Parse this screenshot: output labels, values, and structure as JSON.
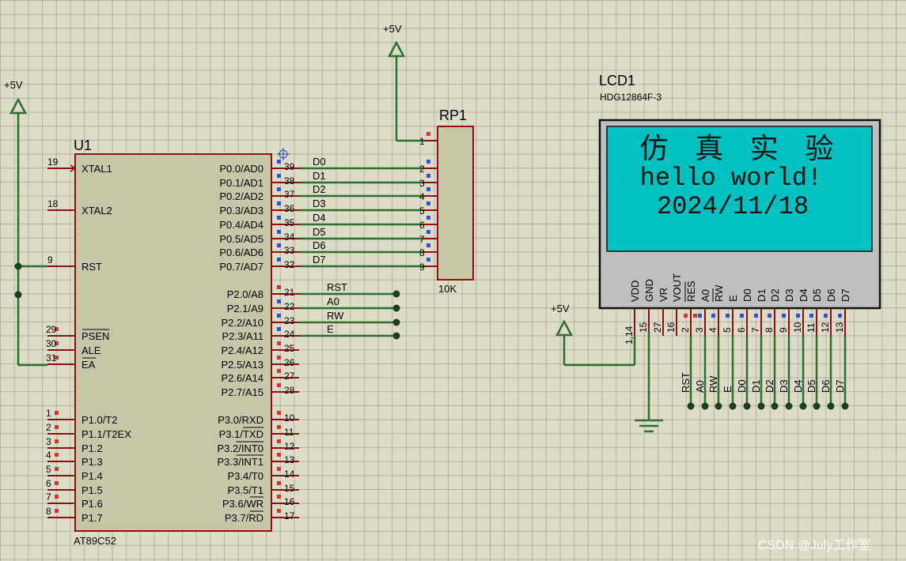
{
  "power": {
    "label": "+5V"
  },
  "u1": {
    "ref": "U1",
    "part": "AT89C52",
    "left_pins": [
      {
        "num": "19",
        "label": "XTAL1"
      },
      {
        "num": "18",
        "label": "XTAL2"
      },
      {
        "num": "9",
        "label": "RST"
      },
      {
        "num": "29",
        "label": "PSEN"
      },
      {
        "num": "30",
        "label": "ALE"
      },
      {
        "num": "31",
        "label": "EA"
      },
      {
        "num": "1",
        "label": "P1.0/T2"
      },
      {
        "num": "2",
        "label": "P1.1/T2EX"
      },
      {
        "num": "3",
        "label": "P1.2"
      },
      {
        "num": "4",
        "label": "P1.3"
      },
      {
        "num": "5",
        "label": "P1.4"
      },
      {
        "num": "6",
        "label": "P1.5"
      },
      {
        "num": "7",
        "label": "P1.6"
      },
      {
        "num": "8",
        "label": "P1.7"
      }
    ],
    "right_pins": [
      {
        "num": "39",
        "label": "P0.0/AD0"
      },
      {
        "num": "38",
        "label": "P0.1/AD1"
      },
      {
        "num": "37",
        "label": "P0.2/AD2"
      },
      {
        "num": "36",
        "label": "P0.3/AD3"
      },
      {
        "num": "35",
        "label": "P0.4/AD4"
      },
      {
        "num": "34",
        "label": "P0.5/AD5"
      },
      {
        "num": "33",
        "label": "P0.6/AD6"
      },
      {
        "num": "32",
        "label": "P0.7/AD7"
      },
      {
        "num": "21",
        "label": "P2.0/A8"
      },
      {
        "num": "22",
        "label": "P2.1/A9"
      },
      {
        "num": "23",
        "label": "P2.2/A10"
      },
      {
        "num": "24",
        "label": "P2.3/A11"
      },
      {
        "num": "25",
        "label": "P2.4/A12"
      },
      {
        "num": "26",
        "label": "P2.5/A13"
      },
      {
        "num": "27",
        "label": "P2.6/A14"
      },
      {
        "num": "28",
        "label": "P2.7/A15"
      },
      {
        "num": "10",
        "label": "P3.0/RXD"
      },
      {
        "num": "11",
        "label": "P3.1/TXD"
      },
      {
        "num": "12",
        "label": "P3.2/INT0"
      },
      {
        "num": "13",
        "label": "P3.3/INT1"
      },
      {
        "num": "14",
        "label": "P3.4/T0"
      },
      {
        "num": "15",
        "label": "P3.5/T1"
      },
      {
        "num": "16",
        "label": "P3.6/WR"
      },
      {
        "num": "17",
        "label": "P3.7/RD"
      }
    ]
  },
  "data_nets": [
    "D0",
    "D1",
    "D2",
    "D3",
    "D4",
    "D5",
    "D6",
    "D7"
  ],
  "ctrl_nets": [
    "RST",
    "A0",
    "RW",
    "E"
  ],
  "rp1": {
    "ref": "RP1",
    "value": "10K",
    "pins": [
      "1",
      "2",
      "3",
      "4",
      "5",
      "6",
      "7",
      "8",
      "9"
    ]
  },
  "lcd1": {
    "ref": "LCD1",
    "part": "HDG12864F-3",
    "screen_lines": [
      "仿 真 实 验",
      "hello world!",
      "2024/11/18"
    ],
    "pin_labels": [
      "VDD",
      "GND",
      "VR",
      "VOUT",
      "RES",
      "A0",
      "RW",
      "E",
      "D0",
      "D1",
      "D2",
      "D3",
      "D4",
      "D5",
      "D6",
      "D7"
    ],
    "pin_nums": [
      "1,14",
      "15",
      "27",
      "16",
      "2",
      "3",
      "4",
      "5",
      "6",
      "7",
      "8",
      "9",
      "10",
      "11",
      "12",
      "13"
    ],
    "bus_labels": [
      "RST",
      "A0",
      "RW",
      "E",
      "D0",
      "D1",
      "D2",
      "D3",
      "D4",
      "D5",
      "D6",
      "D7"
    ]
  },
  "watermark": "CSDN @July工作室"
}
